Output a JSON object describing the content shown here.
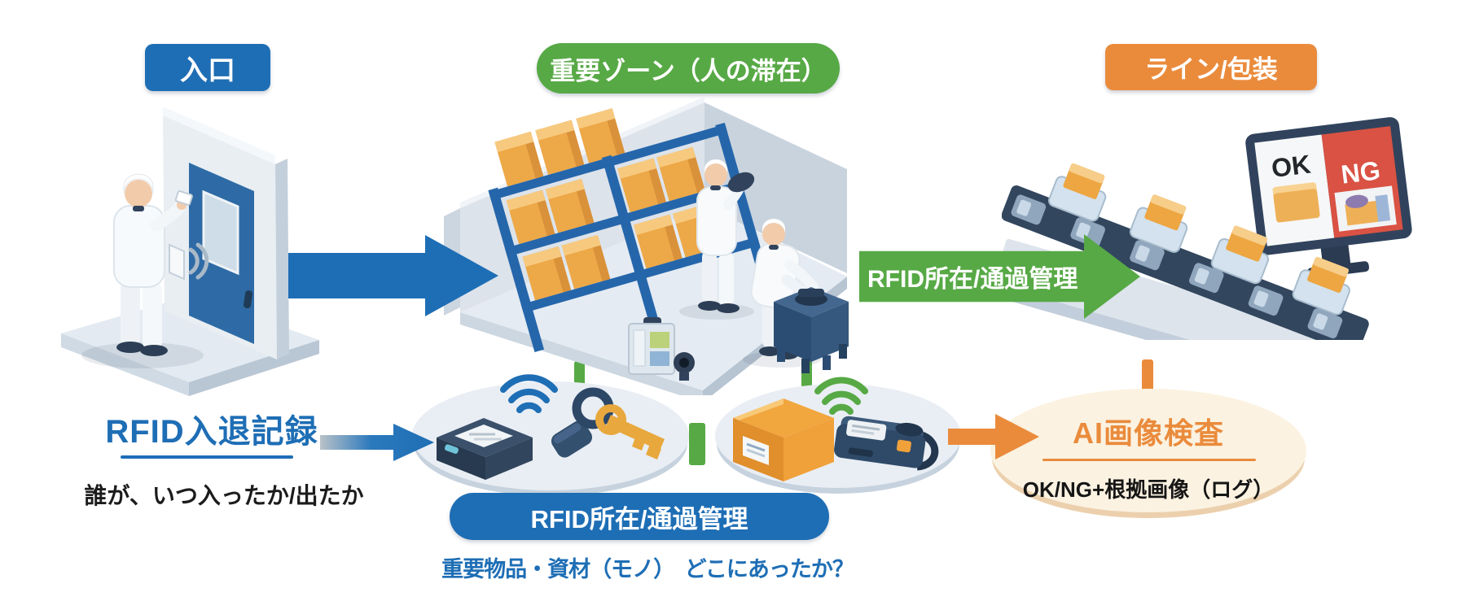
{
  "top_labels": {
    "entrance": "入口",
    "zone": "重要ゾーン（人の滞在）",
    "line": "ライン/包装"
  },
  "entry_record": {
    "title": "RFID入退記録",
    "caption": "誰が、いつ入ったか/出たか"
  },
  "item_tracking": {
    "pill": "RFID所在/通過管理",
    "caption": "重要物品・資材（モノ）　どこにあったか？"
  },
  "passage_arrow_label": "RFID所在/通過管理",
  "ai_inspection": {
    "title": "AI画像検査",
    "caption": "OK/NG+根拠画像（ログ）"
  },
  "monitor": {
    "ok_label": "OK",
    "ng_label": "NG"
  },
  "colors": {
    "accent_blue": "#1e6eb5",
    "accent_green": "#57a945",
    "accent_orange": "#ea8b3c",
    "ng_red": "#d95243",
    "cream": "#fbf2e1",
    "navy": "#32465e",
    "platform_gray": "#e7edf3",
    "box_orange": "#efa847"
  }
}
